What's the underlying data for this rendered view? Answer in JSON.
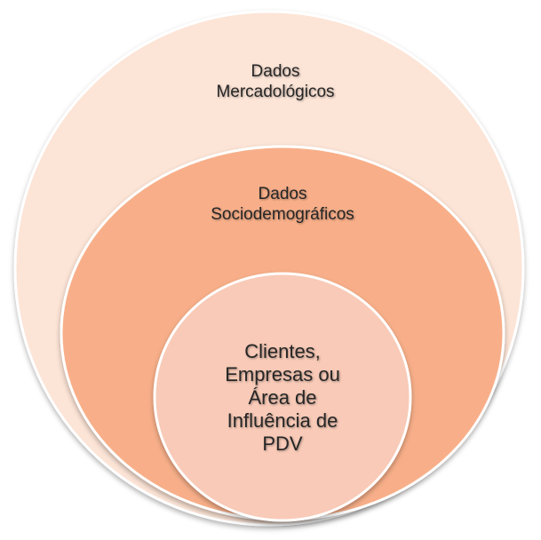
{
  "colors": {
    "outer": "#FCE4D6",
    "middle": "#F8AF89",
    "inner": "#F8CAB7"
  },
  "circles": [
    {
      "name": "outer",
      "label_lines": [
        "Dados",
        "Mercadológicos"
      ]
    },
    {
      "name": "middle",
      "label_lines": [
        "Dados",
        "Sociodemográficos"
      ]
    },
    {
      "name": "inner",
      "label_lines": [
        "Clientes,",
        "Empresas ou",
        "Área de",
        "Influência de",
        "PDV"
      ]
    }
  ]
}
